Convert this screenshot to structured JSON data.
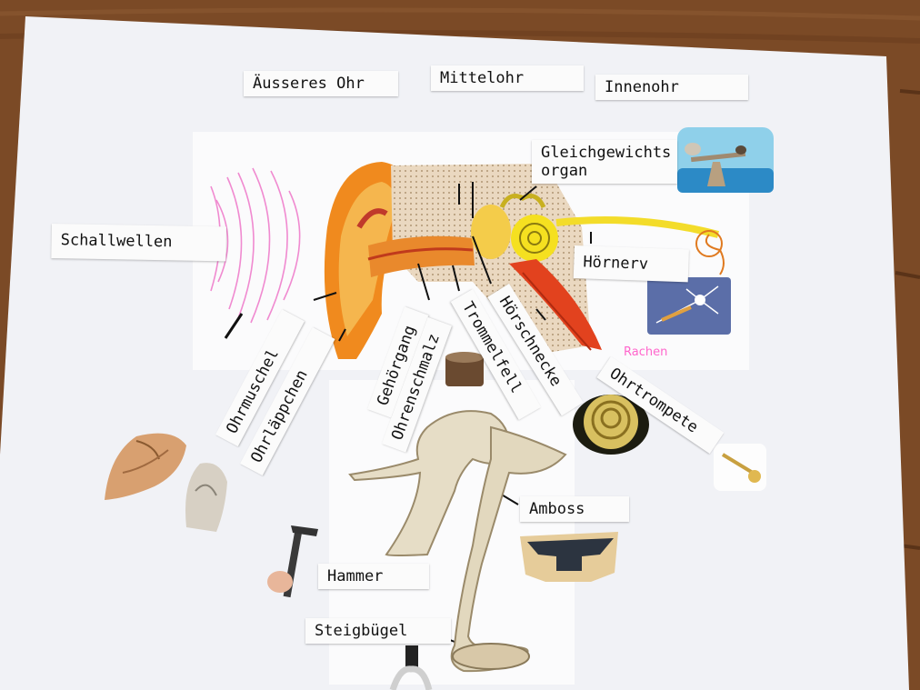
{
  "labels": {
    "aeusseres_ohr": "Äusseres Ohr",
    "mittelohr": "Mittelohr",
    "innenohr": "Innenohr",
    "gleichgewichtsorgan_1": "Gleichgewichts",
    "gleichgewichtsorgan_2": "organ",
    "schallwellen": "Schallwellen",
    "hoernerv": "Hörnerv",
    "ohrmuschel": "Ohrmuschel",
    "ohrlaeppchen": "Ohrläppchen",
    "gehoergang": "Gehörgang",
    "ohrenschmalz": "Ohrenschmalz",
    "trommelfell": "Trommelfell",
    "hoerschnecke": "Hörschnecke",
    "ohrtrompete": "Ohrtrompete",
    "amboss": "Amboss",
    "hammer": "Hammer",
    "steigbuegel": "Steigbügel",
    "rachen": "Rachen"
  },
  "colors": {
    "table": "#7a4a26",
    "paper": "#f3f4f7",
    "ear_orange": "#f08a1e",
    "cochlea_yellow": "#f5e020",
    "soundwave_pink": "#f08ad0",
    "rachen_pink": "#ff66cc"
  }
}
